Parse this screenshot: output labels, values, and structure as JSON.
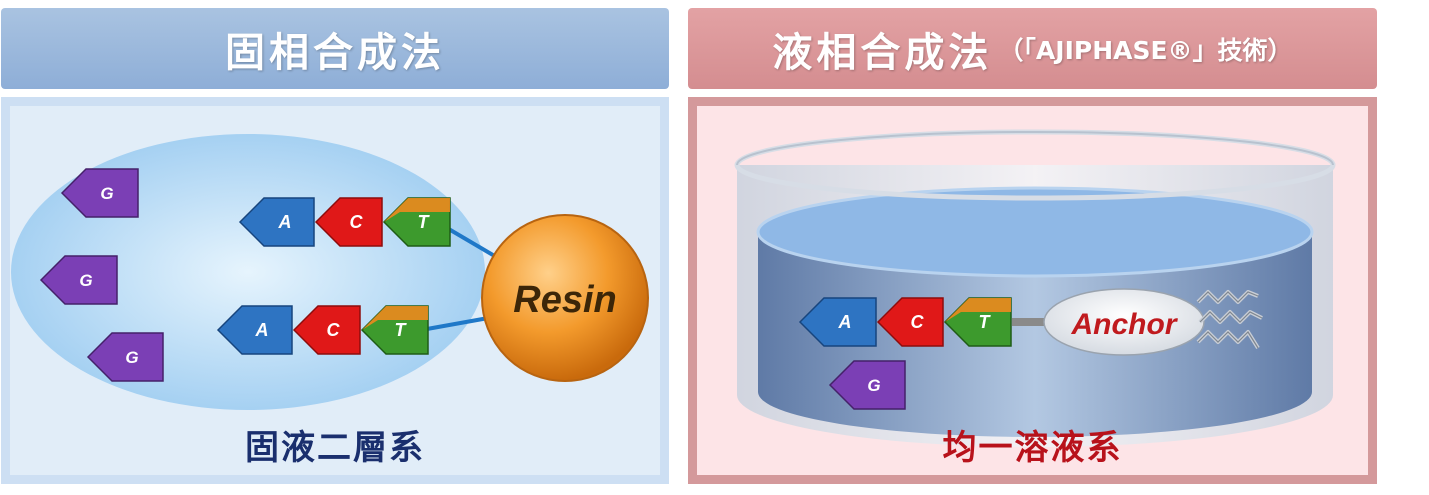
{
  "solid_phase": {
    "title": "固相合成法",
    "bases_attached_top": [
      "A",
      "C",
      "T"
    ],
    "bases_attached_bottom": [
      "A",
      "C",
      "T"
    ],
    "free_bases": [
      "G",
      "G",
      "G"
    ],
    "support_label": "Resin",
    "system_label": "固液二層系"
  },
  "liquid_phase": {
    "title": "液相合成法",
    "subtitle": "（「AJIPHASE®」技術）",
    "bases_attached": [
      "A",
      "C",
      "T"
    ],
    "free_bases": [
      "G"
    ],
    "anchor_label": "Anchor",
    "system_label": "均一溶液系"
  },
  "colors": {
    "A": "#2e74c2",
    "C": "#e01818",
    "T": "#3d9a2d",
    "G": "#7b3fb5",
    "resin": "#f08a1c"
  }
}
